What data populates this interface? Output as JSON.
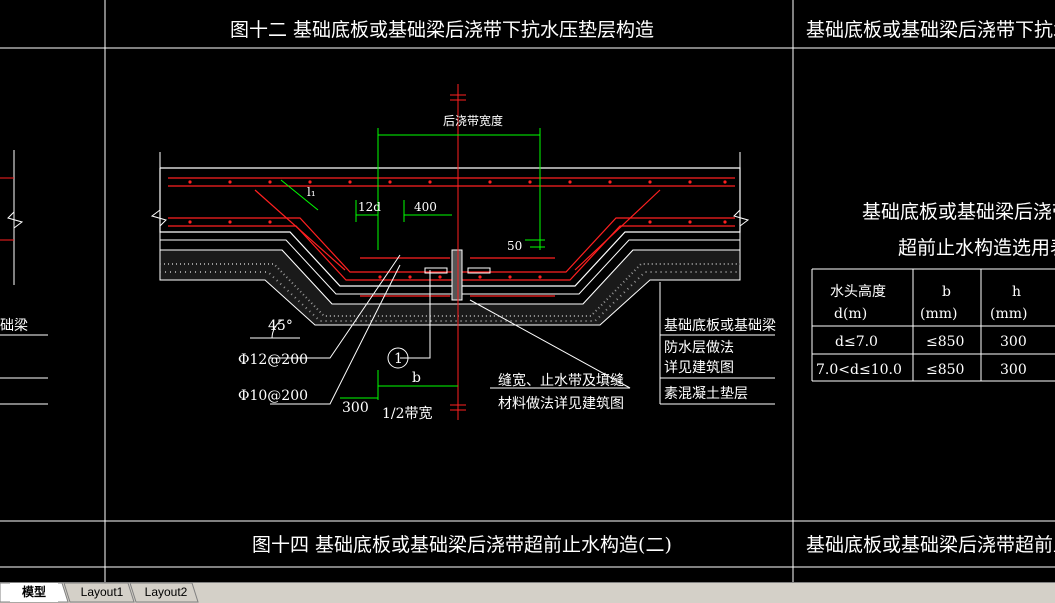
{
  "titles": {
    "top_center": "图十二  基础底板或基础梁后浇带下抗水压垫层构造",
    "top_right": "基础底板或基础梁后浇带下抗水压垫层构",
    "bottom_center": "图十四  基础底板或基础梁后浇带超前止水构造(二)",
    "bottom_right": "基础底板或基础梁后浇带超前止水构造"
  },
  "drawing": {
    "band_width": "后浇带宽度",
    "dim_12d": "12d",
    "dim_400": "400",
    "lap": "l₁",
    "dim_50": "50",
    "angle": "45°",
    "rebar_1": "Φ12@200",
    "rebar_2": "Φ10@200",
    "marker": "1",
    "dim_b": "b",
    "dim_300": "300",
    "half_width": "1/2带宽",
    "note_line1": "缝宽、止水带及填缝",
    "note_line2": "材料做法详见建筑图",
    "layer_1": "基础底板或基础梁",
    "layer_2": "防水层做法",
    "layer_3": "详见建筑图",
    "layer_4": "素混凝土垫层",
    "left_label": "础梁"
  },
  "table": {
    "title_line1": "基础底板或基础梁后浇带HJD",
    "title_line2": "超前止水构造选用表",
    "headers": [
      [
        "水头高度",
        "d(m)"
      ],
      [
        "b",
        "(mm)"
      ],
      [
        "h",
        "(mm)"
      ]
    ],
    "rows": [
      [
        "d≤7.0",
        "≤850",
        "300"
      ],
      [
        "7.0<d≤10.0",
        "≤850",
        "300"
      ]
    ]
  },
  "tabs": [
    {
      "label": "模型",
      "active": true
    },
    {
      "label": "Layout1",
      "active": false
    },
    {
      "label": "Layout2",
      "active": false
    }
  ],
  "colors": {
    "background": "#000000",
    "frame": "#ffffff",
    "rebar": "#ff2020",
    "dimension": "#00ff00",
    "centerline": "#ff2020",
    "tab_bar": "#d4d0c8"
  }
}
